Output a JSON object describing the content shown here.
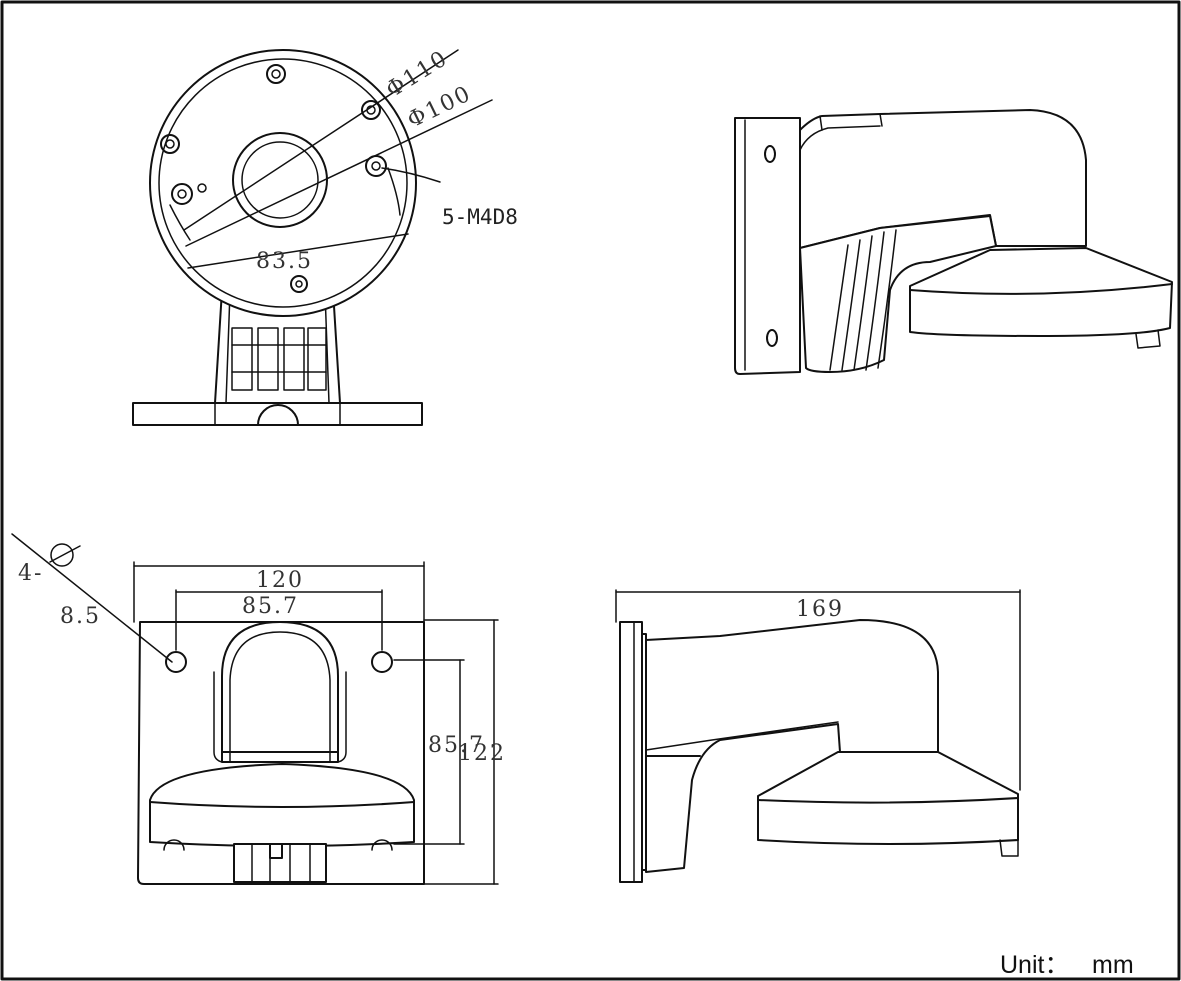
{
  "top_view": {
    "dia_outer": "Φ110",
    "dia_inner": "Φ100",
    "screws": "5-M4D8",
    "hole_spacing": "83.5"
  },
  "front_view": {
    "holes_count": "4-",
    "hole_dia": "8.5",
    "width_outer": "120",
    "width_holes": "85.7",
    "height_holes": "85.7",
    "height_outer": "122"
  },
  "side_view": {
    "length": "169"
  },
  "unit": {
    "label": "Unit：",
    "value": "mm"
  }
}
